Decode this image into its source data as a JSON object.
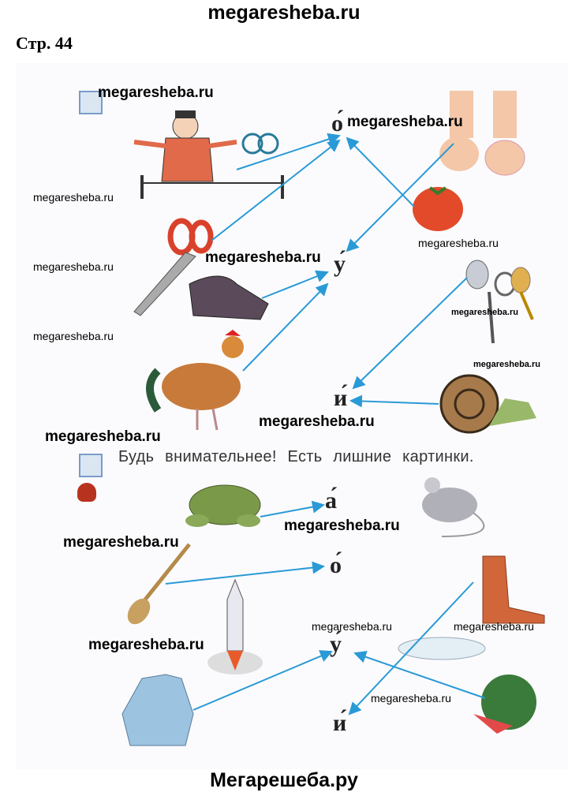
{
  "header": {
    "site": "megaresheba.ru"
  },
  "page_label": "Стр. 44",
  "task2": {
    "instruction": "Будь внимательнее! Есть лишние картинки."
  },
  "letters_top": [
    "о́",
    "у́",
    "и́"
  ],
  "letters_bottom": [
    "а́",
    "о́",
    "у́",
    "и́"
  ],
  "watermark": "megaresheba.ru",
  "footer": {
    "site": "Мегарешеба.ру"
  },
  "colors": {
    "arrow": "#2a9ad6",
    "page": "#fbfbfd"
  }
}
